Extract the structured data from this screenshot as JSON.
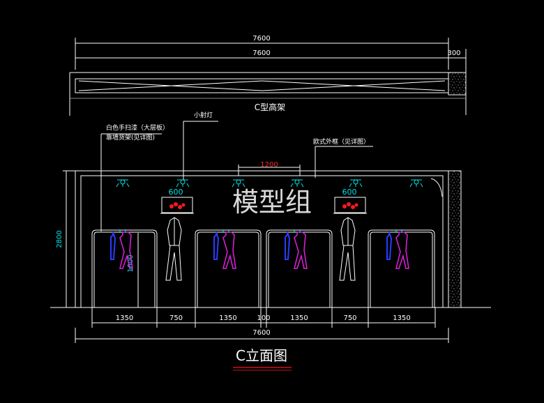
{
  "title": "C立面图",
  "watermark": "模型组",
  "colors": {
    "background": "#000000",
    "lines": "#ffffff",
    "dimension_cyan": "#00e5e5",
    "dimension_red": "#ff2a2a",
    "hanger_blue": "#2b3bff",
    "hanger_magenta": "#e020e0",
    "flowers_red": "#ff1a1a",
    "title_underline": "#d01010"
  },
  "shelf_elevation": {
    "caption": "C型高架",
    "dim_total_outer": "7600",
    "dim_total_inner": "7600",
    "dim_right": "300"
  },
  "annotations": {
    "spotlight": "小射灯",
    "shelf_line1": "白色手扫漆（大层板）",
    "shelf_line2": "靠墙货架(见详图)",
    "frame": "欧式外框（见详图）",
    "dim_top_center": "1200",
    "display_box_left": "600",
    "display_box_right": "600",
    "height_total": "2800",
    "height_bay": "1600"
  },
  "bottom_dims": [
    "1350",
    "750",
    "1350",
    "100",
    "1350",
    "750",
    "1350"
  ],
  "bottom_total": "7600",
  "icons": {
    "spotlight": "spotlight-icon",
    "hanger": "hanger-icon",
    "suit": "suit-icon",
    "flowers": "flower-pot-icon"
  }
}
